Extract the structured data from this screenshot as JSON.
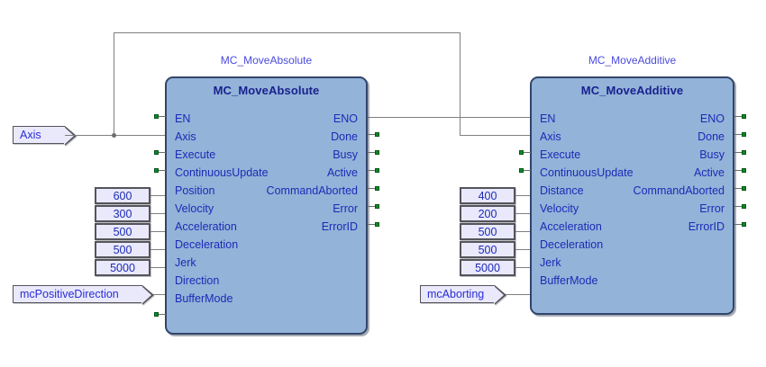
{
  "diagram": {
    "type": "plc-function-block-diagram",
    "colors": {
      "block_fill": "#93b3d9",
      "block_border": "#31456b",
      "pin_text": "#1c2bb5",
      "title_text": "#18228e",
      "instance_text": "#4a4adf",
      "constant_fill": "#e9e9fb",
      "connector_dot": "#0a8a28",
      "wire": "#7f7f7f"
    },
    "source_tags": [
      {
        "id": "axis-tag",
        "label": "Axis"
      },
      {
        "id": "direction-tag",
        "label": "mcPositiveDirection"
      },
      {
        "id": "buffermode-tag",
        "label": "mcAborting"
      }
    ],
    "blocks": [
      {
        "id": "block-mc-moveabsolute",
        "instance_label": "MC_MoveAbsolute",
        "title": "MC_MoveAbsolute",
        "inputs": [
          {
            "name": "EN",
            "connected": "dot",
            "value": null
          },
          {
            "name": "Axis",
            "connected": "wire",
            "value": "Axis"
          },
          {
            "name": "Execute",
            "connected": "dot",
            "value": null
          },
          {
            "name": "ContinuousUpdate",
            "connected": "dot",
            "value": null
          },
          {
            "name": "Position",
            "connected": "constant",
            "value": "600"
          },
          {
            "name": "Velocity",
            "connected": "constant",
            "value": "300"
          },
          {
            "name": "Acceleration",
            "connected": "constant",
            "value": "500"
          },
          {
            "name": "Deceleration",
            "connected": "constant",
            "value": "500"
          },
          {
            "name": "Jerk",
            "connected": "constant",
            "value": "5000"
          },
          {
            "name": "Direction",
            "connected": "tag",
            "value": "mcPositiveDirection"
          },
          {
            "name": "BufferMode",
            "connected": "dot",
            "value": null
          }
        ],
        "outputs": [
          {
            "name": "ENO",
            "connected": "wire"
          },
          {
            "name": "Done",
            "connected": "dot"
          },
          {
            "name": "Busy",
            "connected": "dot"
          },
          {
            "name": "Active",
            "connected": "dot"
          },
          {
            "name": "CommandAborted",
            "connected": "dot"
          },
          {
            "name": "Error",
            "connected": "dot"
          },
          {
            "name": "ErrorID",
            "connected": "dot"
          }
        ]
      },
      {
        "id": "block-mc-moveadditive",
        "instance_label": "MC_MoveAdditive",
        "title": "MC_MoveAdditive",
        "inputs": [
          {
            "name": "EN",
            "connected": "wire",
            "value": null
          },
          {
            "name": "Axis",
            "connected": "wire",
            "value": "Axis"
          },
          {
            "name": "Execute",
            "connected": "dot",
            "value": null
          },
          {
            "name": "ContinuousUpdate",
            "connected": "dot",
            "value": null
          },
          {
            "name": "Distance",
            "connected": "constant",
            "value": "400"
          },
          {
            "name": "Velocity",
            "connected": "constant",
            "value": "200"
          },
          {
            "name": "Acceleration",
            "connected": "constant",
            "value": "500"
          },
          {
            "name": "Deceleration",
            "connected": "constant",
            "value": "500"
          },
          {
            "name": "Jerk",
            "connected": "constant",
            "value": "5000"
          },
          {
            "name": "BufferMode",
            "connected": "tag",
            "value": "mcAborting"
          }
        ],
        "outputs": [
          {
            "name": "ENO",
            "connected": "dot"
          },
          {
            "name": "Done",
            "connected": "dot"
          },
          {
            "name": "Busy",
            "connected": "dot"
          },
          {
            "name": "Active",
            "connected": "dot"
          },
          {
            "name": "CommandAborted",
            "connected": "dot"
          },
          {
            "name": "Error",
            "connected": "dot"
          },
          {
            "name": "ErrorID",
            "connected": "dot"
          }
        ]
      }
    ]
  }
}
